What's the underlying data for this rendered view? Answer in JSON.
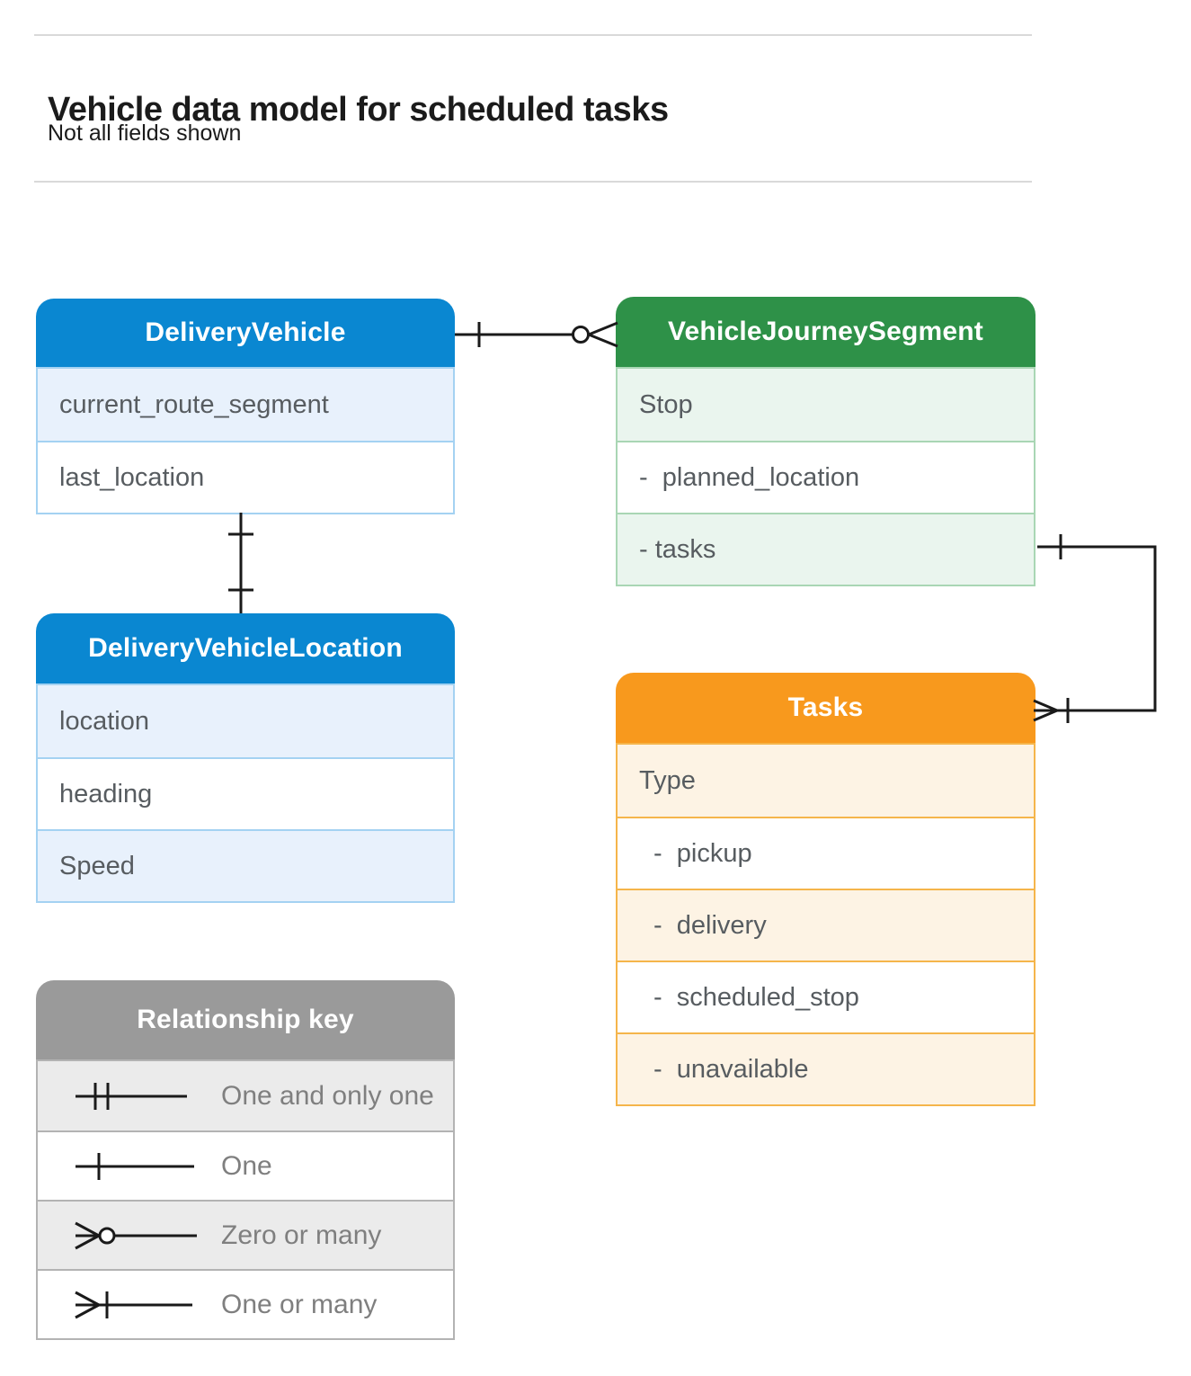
{
  "page": {
    "title": "Vehicle data model for scheduled tasks",
    "subtitle": "Not all fields shown"
  },
  "entities": [
    {
      "name": "DeliveryVehicle",
      "theme": "blue",
      "rows": [
        "current_route_segment",
        "last_location"
      ]
    },
    {
      "name": "VehicleJourneySegment",
      "theme": "green",
      "rows": [
        "Stop",
        "-  planned_location",
        "- tasks"
      ]
    },
    {
      "name": "DeliveryVehicleLocation",
      "theme": "blue",
      "rows": [
        "location",
        "heading",
        "Speed"
      ]
    },
    {
      "name": "Tasks",
      "theme": "orange",
      "rows": [
        "Type",
        "-  pickup",
        "-  delivery",
        "-  scheduled_stop",
        "-  unavailable"
      ]
    }
  ],
  "legend": {
    "title": "Relationship key",
    "items": [
      {
        "symbol": "one-and-only-one",
        "label": "One and only one"
      },
      {
        "symbol": "one",
        "label": "One"
      },
      {
        "symbol": "zero-or-many",
        "label": "Zero or many"
      },
      {
        "symbol": "one-or-many",
        "label": "One or many"
      }
    ]
  },
  "connectors": [
    {
      "from": "DeliveryVehicle",
      "to": "VehicleJourneySegment",
      "from_cardinality": "one",
      "to_cardinality": "zero-or-many"
    },
    {
      "from": "DeliveryVehicle",
      "to": "DeliveryVehicleLocation",
      "from_cardinality": "one",
      "to_cardinality": "one"
    },
    {
      "from": "VehicleJourneySegment",
      "to": "Tasks",
      "from_cardinality": "one",
      "to_cardinality": "one-or-many"
    }
  ],
  "colors": {
    "blue_header": "#0a87d1",
    "blue_tint": "#e8f1fc",
    "green_header": "#2e9148",
    "green_tint": "#eaf5ee",
    "orange_header": "#f8991d",
    "orange_tint": "#fdf3e4",
    "gray_header": "#9a9a9a",
    "gray_tint": "#ebebeb",
    "line": "#1a1a1a"
  }
}
